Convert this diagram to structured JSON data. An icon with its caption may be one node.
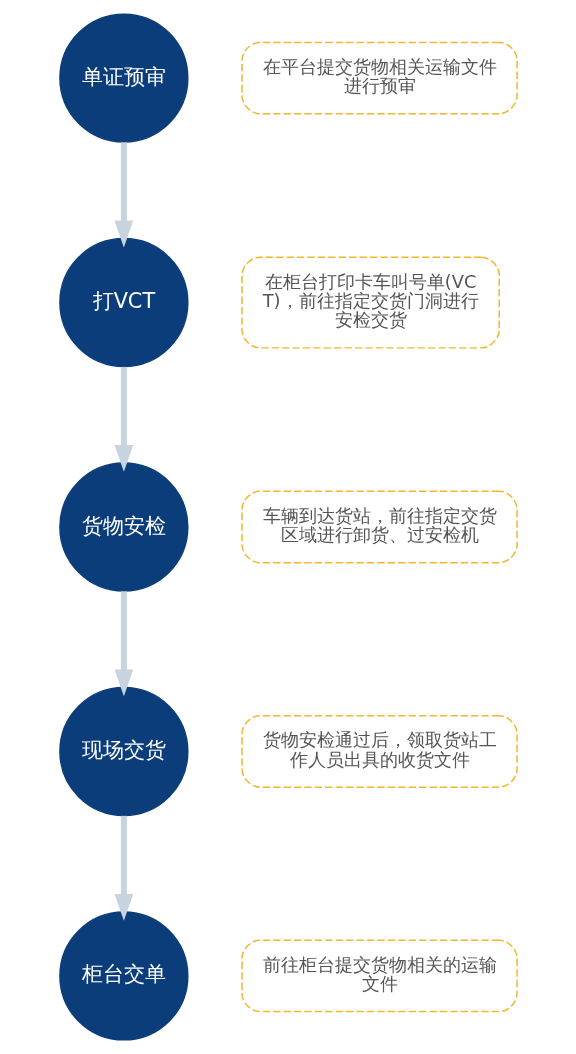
{
  "diagram": {
    "nodes": [
      {
        "text": [
          "单证预审"
        ]
      },
      {
        "text": [
          "在平台提交货物相关运输文件进行预审"
        ]
      },
      {
        "text": [
          "在柜台打印卡车叫号单(VCT)，前往指定交货门洞进行安检交货"
        ]
      },
      {
        "text": [
          "打VCT"
        ]
      },
      {
        "text": [
          "货物安检"
        ]
      },
      {
        "text": [
          "车辆到达货站，前往指定交货区域进行卸货、过安检机"
        ]
      },
      {
        "text": [
          "货物安检通过后，领取货站工作人员出具的收货文件"
        ]
      },
      {
        "text": [
          "现场交货"
        ]
      },
      {
        "text": [
          "柜台交单"
        ]
      },
      {
        "text": [
          "前往柜台提交货物相关的运输文件"
        ]
      }
    ],
    "edges": [
      {
        "from": 0,
        "to": 3,
        "arrow": "to"
      },
      {
        "from": 3,
        "to": 4,
        "arrow": "to"
      },
      {
        "from": 4,
        "to": 7,
        "arrow": "to"
      },
      {
        "from": 7,
        "to": 8,
        "arrow": "to"
      }
    ]
  }
}
